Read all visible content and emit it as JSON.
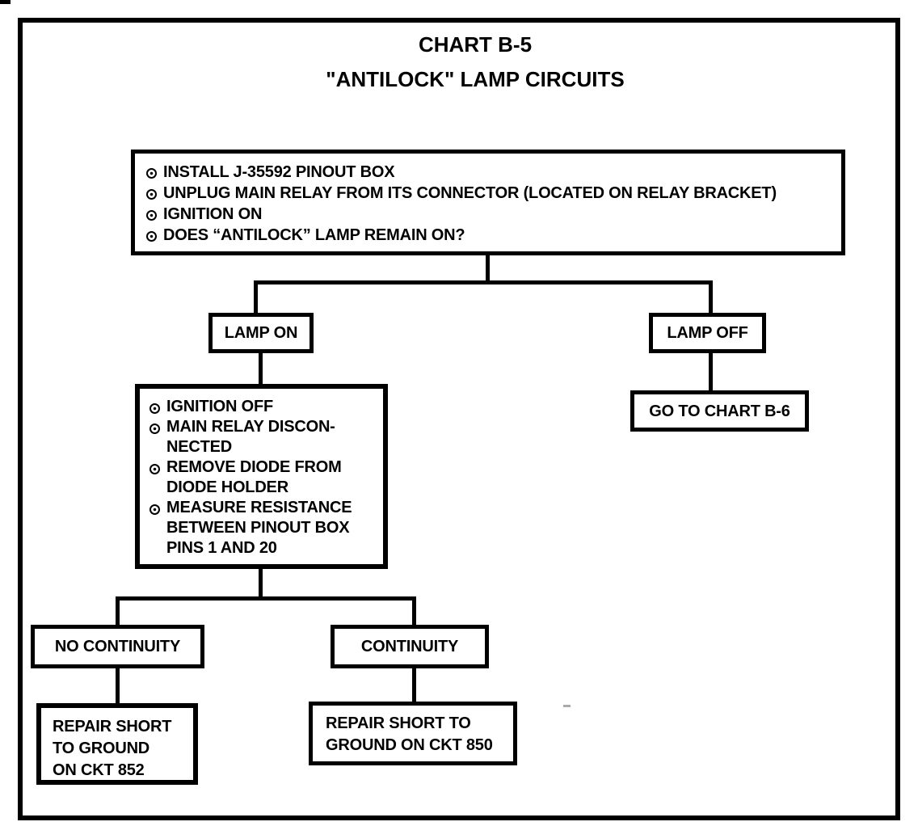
{
  "header": {
    "title": "CHART B-5",
    "subtitle": "\"ANTILOCK\" LAMP CIRCUITS"
  },
  "colors": {
    "ink": "#000000",
    "paper": "#ffffff"
  },
  "nodes": {
    "procedure_top": {
      "steps": [
        "INSTALL J-35592 PINOUT BOX",
        "UNPLUG MAIN RELAY FROM ITS CONNECTOR (LOCATED ON RELAY BRACKET)",
        "IGNITION ON",
        "DOES “ANTILOCK” LAMP REMAIN ON?"
      ]
    },
    "lamp_on": {
      "label": "LAMP ON"
    },
    "lamp_off": {
      "label": "LAMP OFF"
    },
    "go_to_chart_b6": {
      "label": "GO TO CHART B-6"
    },
    "procedure_lamp_on": {
      "steps": [
        "IGNITION OFF",
        "MAIN RELAY DISCON-\nNECTED",
        "REMOVE DIODE FROM\nDIODE HOLDER",
        "MEASURE RESISTANCE\nBETWEEN PINOUT BOX\nPINS 1 AND 20"
      ]
    },
    "no_continuity": {
      "label": "NO CONTINUITY"
    },
    "continuity": {
      "label": "CONTINUITY"
    },
    "repair_ckt_852": {
      "label": "REPAIR SHORT\nTO GROUND\nON CKT 852"
    },
    "repair_ckt_850": {
      "label": "REPAIR SHORT TO\nGROUND ON CKT 850"
    }
  }
}
